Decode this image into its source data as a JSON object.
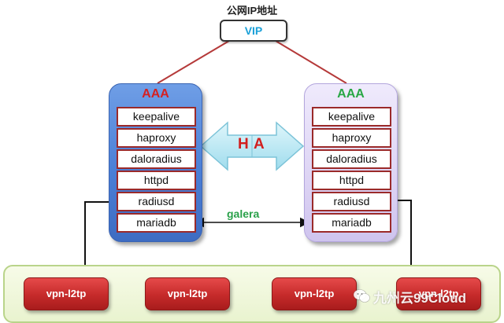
{
  "header": {
    "title": "公网IP地址"
  },
  "vip": {
    "label": "VIP"
  },
  "left_node": {
    "title": "AAA",
    "services": [
      "keepalive",
      "haproxy",
      "daloradius",
      "httpd",
      "radiusd",
      "mariadb"
    ]
  },
  "right_node": {
    "title": "AAA",
    "services": [
      "keepalive",
      "haproxy",
      "daloradius",
      "httpd",
      "radiusd",
      "mariadb"
    ]
  },
  "ha_arrow": {
    "left_letter": "H",
    "right_letter": "A"
  },
  "replication": {
    "label": "galera"
  },
  "clients": {
    "items": [
      "vpn-l2tp",
      "vpn-l2tp",
      "vpn-l2tp",
      "vpn-l2tp"
    ]
  },
  "watermark": {
    "text": "九州云99Cloud"
  },
  "colors": {
    "left_title": "#d62020",
    "right_title": "#28a745",
    "vip_text": "#1aa0d8",
    "galera_text": "#2aa14a",
    "ha_text": "#d21f1f"
  }
}
